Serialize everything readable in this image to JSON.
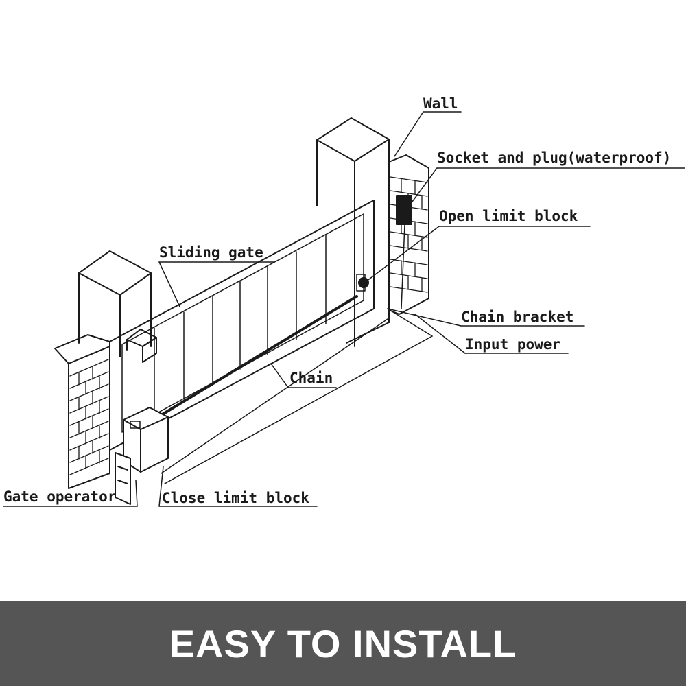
{
  "labels": {
    "wall": "Wall",
    "socket": "Socket and plug(waterproof)",
    "open_limit": "Open limit block",
    "sliding_gate": "Sliding gate",
    "chain_bracket": "Chain bracket",
    "input_power": "Input power",
    "chain": "Chain",
    "gate_operator": "Gate operator",
    "close_limit": "Close limit block"
  },
  "banner": {
    "text": "EASY TO INSTALL"
  },
  "colors": {
    "line": "#1a1a1a",
    "banner_bg": "#555555",
    "banner_text": "#ffffff"
  }
}
